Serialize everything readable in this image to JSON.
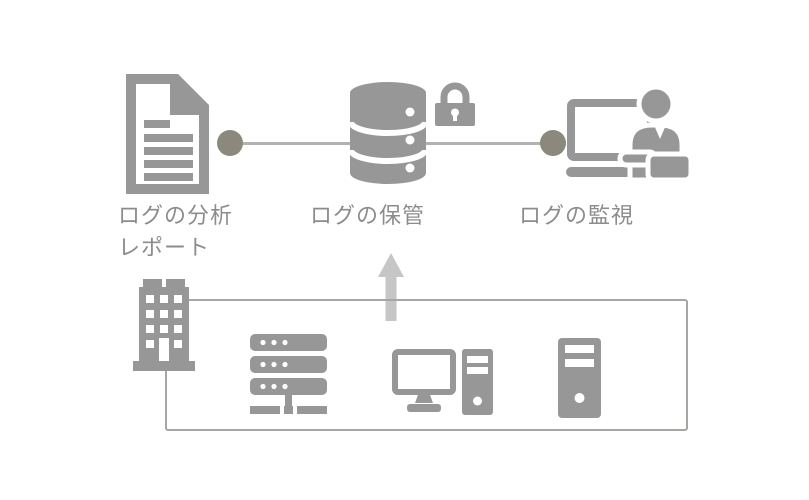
{
  "colors": {
    "icon_gray": "#979797",
    "dot_gray": "#8b897c",
    "line_gray": "#b2b2af",
    "arrow_gray": "#c6c6c6",
    "box_border": "#a6a6a3",
    "label_gray": "#8c8c8c",
    "background": "#ffffff"
  },
  "diagram": {
    "nodes": {
      "analysis": {
        "label_line1": "ログの分析",
        "label_line2": "レポート",
        "icon": "document-report-icon"
      },
      "storage": {
        "label": "ログの保管",
        "icon": "database-icon",
        "badge_icon": "lock-icon"
      },
      "monitoring": {
        "label": "ログの監視",
        "icon": "person-at-monitor-icon"
      }
    },
    "connectors": {
      "horizontal_line": "dot-to-dot line linking analysis, storage and monitoring",
      "upward_arrow": "arrow from log sources box up to log storage"
    },
    "sources_group": {
      "icons": [
        "office-building-icon",
        "server-rack-icon",
        "desktop-pc-icon",
        "tower-pc-icon"
      ]
    }
  }
}
